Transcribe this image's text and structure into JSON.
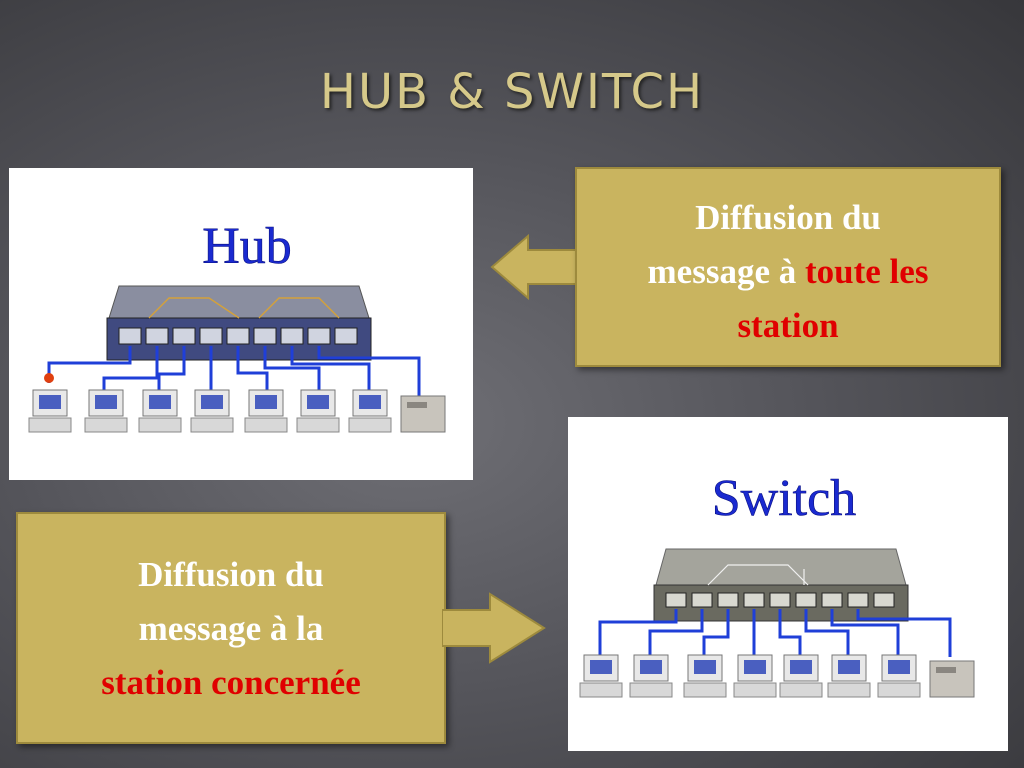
{
  "slide": {
    "title": "HUB & SWITCH"
  },
  "hub_panel": {
    "label": "Hub"
  },
  "switch_panel": {
    "label": "Switch"
  },
  "callout_top": {
    "line1": "Diffusion du",
    "line2_plain": "message à ",
    "line2_highlight": "toute les",
    "line3_highlight": "station"
  },
  "callout_bottom": {
    "line1": "Diffusion du",
    "line2": "message à la",
    "line3_highlight": "station concernée"
  },
  "colors": {
    "title": "#d6c98a",
    "callout_bg": "#c9b45f",
    "highlight": "#e00000",
    "label_blue": "#1a2ad0",
    "cable_blue": "#1f3fd8"
  }
}
